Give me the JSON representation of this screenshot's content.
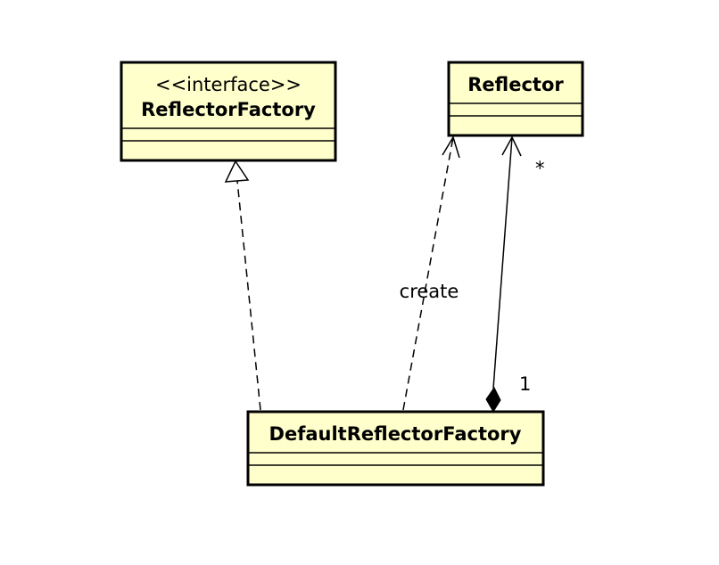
{
  "diagram": {
    "classes": {
      "reflector_factory": {
        "stereotype": "<<interface>>",
        "name": "ReflectorFactory"
      },
      "reflector": {
        "name": "Reflector"
      },
      "default_reflector_factory": {
        "name": "DefaultReflectorFactory"
      }
    },
    "relations": {
      "realization": {
        "from": "DefaultReflectorFactory",
        "to": "ReflectorFactory",
        "kind": "realization"
      },
      "dependency": {
        "from": "DefaultReflectorFactory",
        "to": "Reflector",
        "kind": "dependency",
        "label": "create"
      },
      "composition": {
        "from": "DefaultReflectorFactory",
        "to": "Reflector",
        "kind": "composition",
        "owner_multiplicity": "1",
        "part_multiplicity": "*"
      }
    }
  }
}
